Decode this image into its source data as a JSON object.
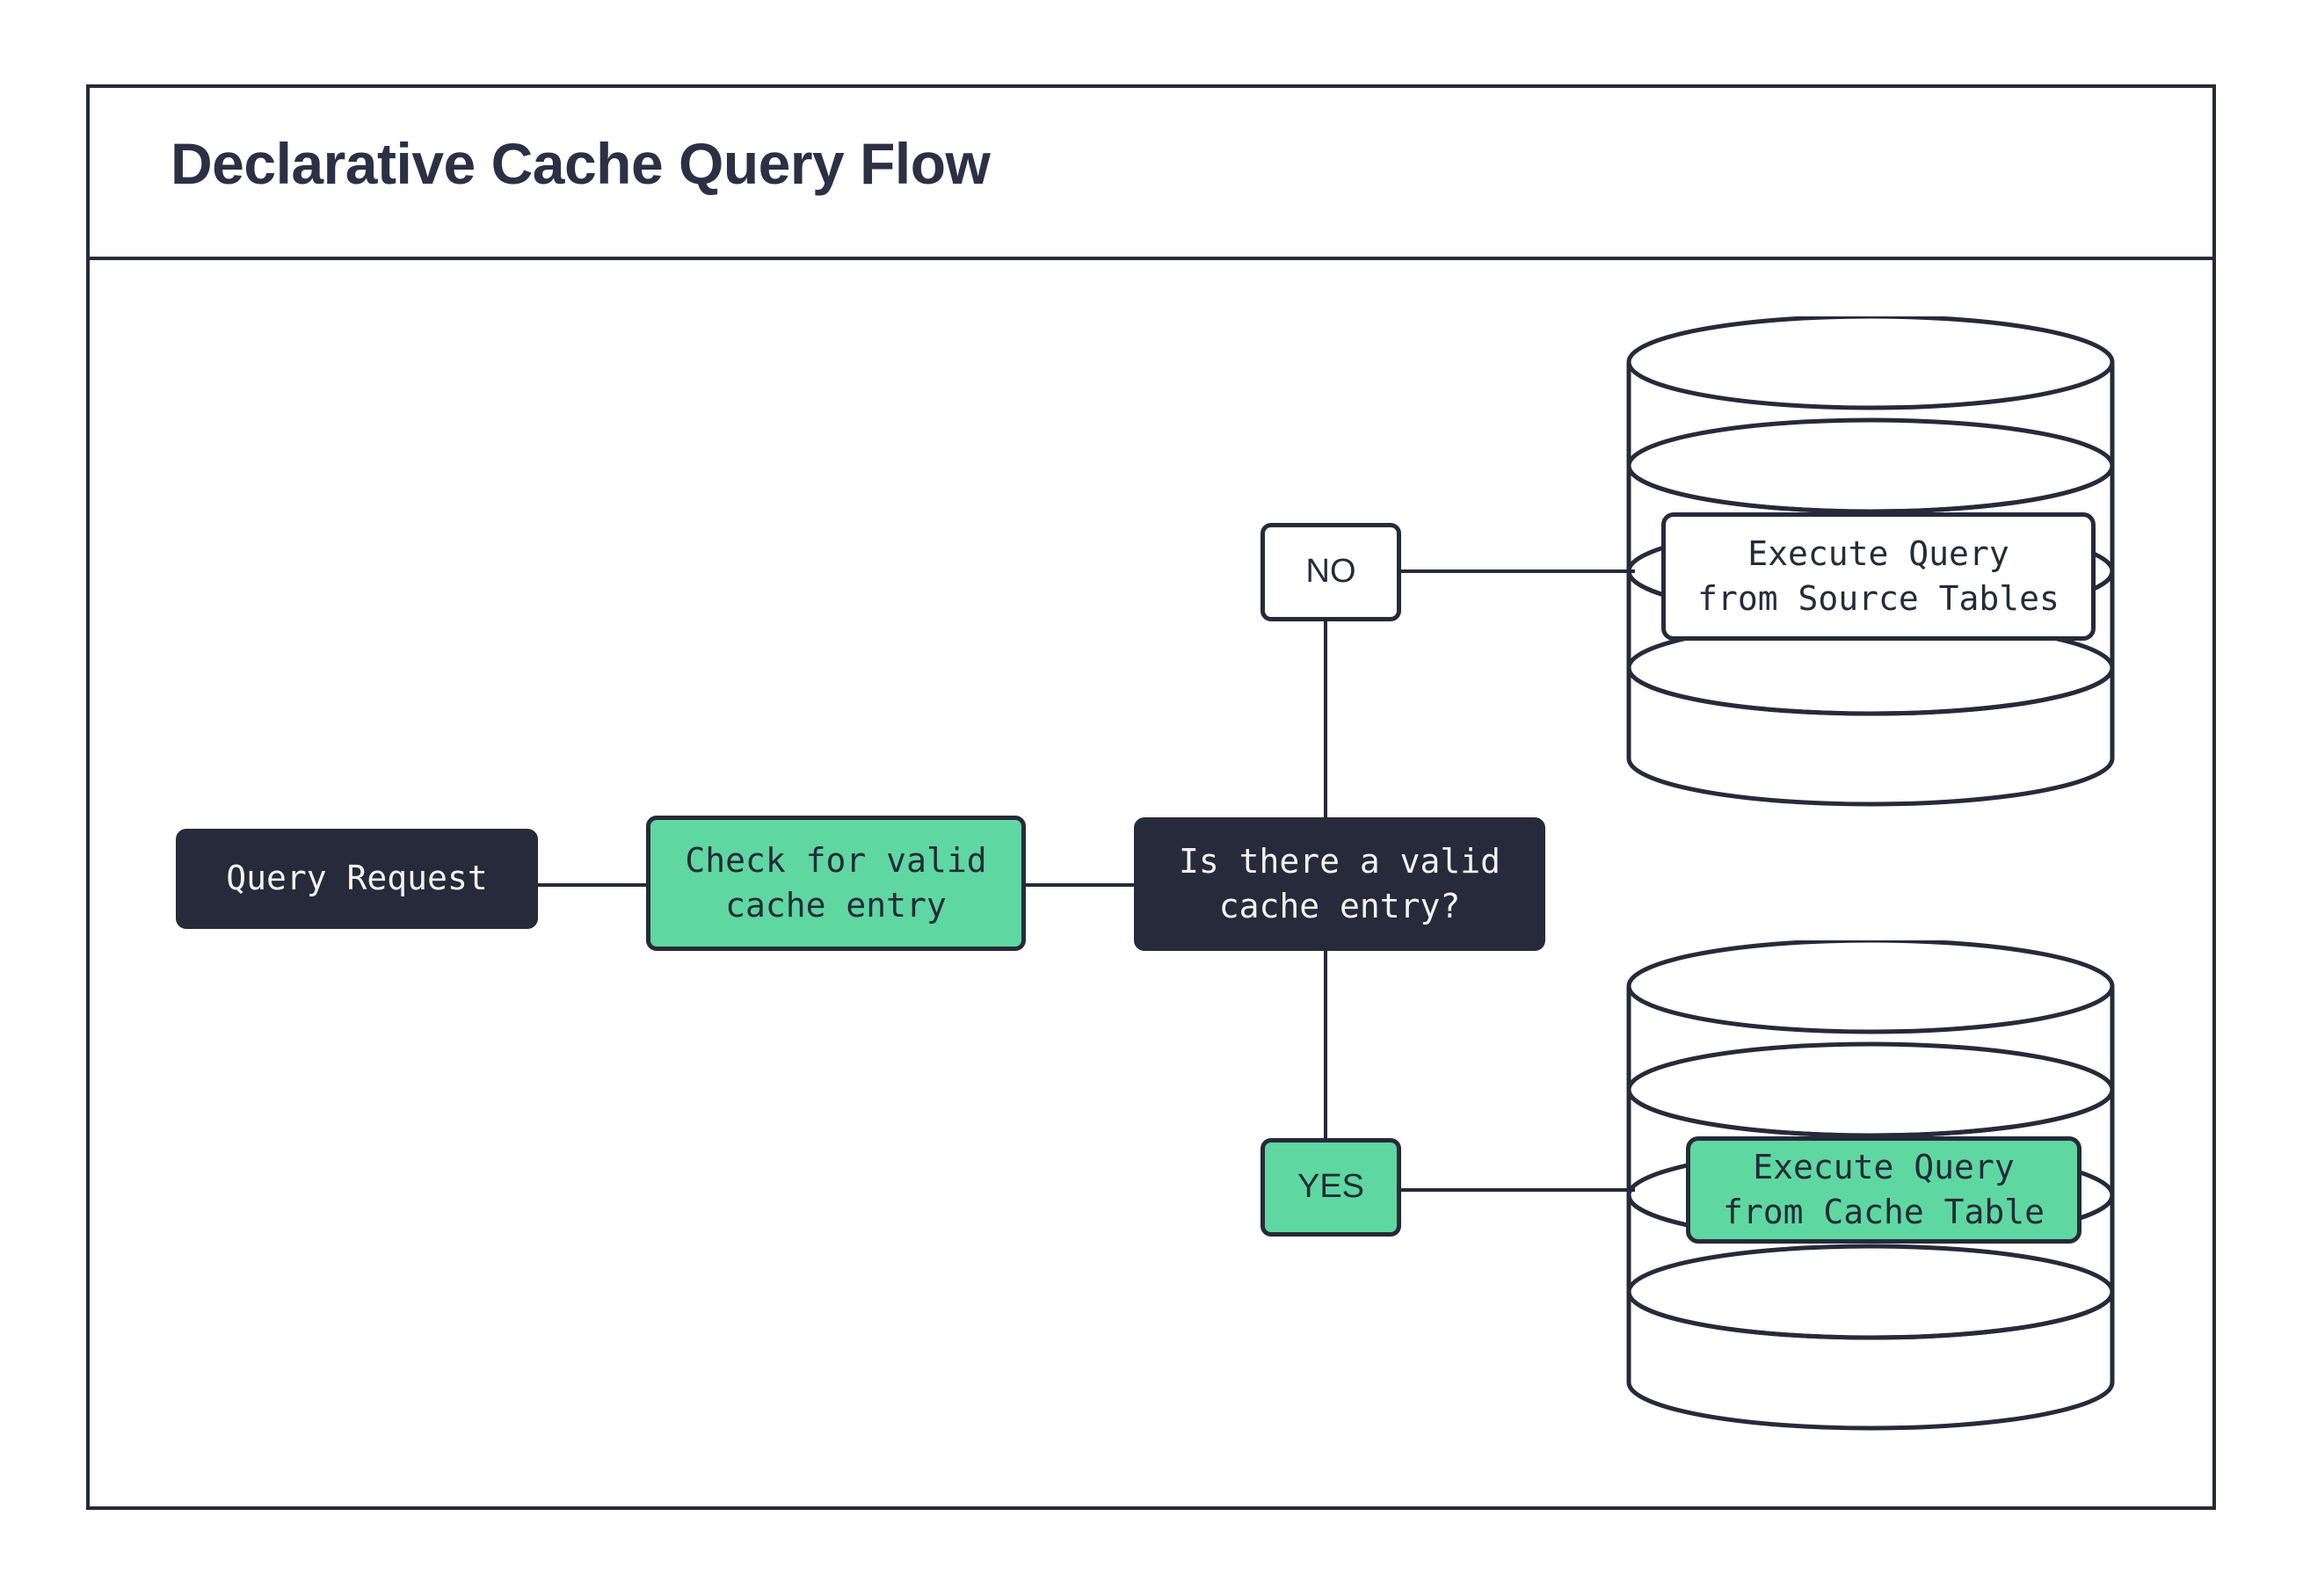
{
  "diagram": {
    "title": "Declarative Cache Query Flow",
    "type": "flowchart",
    "nodes": {
      "query_request": {
        "label": "Query Request",
        "style": "dark"
      },
      "check_cache": {
        "label": "Check for valid\ncache entry",
        "style": "green"
      },
      "decision": {
        "label": "Is there a valid\ncache entry?",
        "style": "dark"
      },
      "branch_no": {
        "label": "NO",
        "style": "white"
      },
      "branch_yes": {
        "label": "YES",
        "style": "green"
      },
      "source_db_label": {
        "label": "Execute Query\nfrom Source Tables",
        "style": "white"
      },
      "cache_db_label": {
        "label": "Execute Query\nfrom Cache Table",
        "style": "green"
      }
    },
    "shapes": {
      "source_database": "database-cylinder-icon",
      "cache_database": "database-cylinder-icon"
    },
    "colors": {
      "ink": "#262a3a",
      "green": "#5ed8a0",
      "white": "#ffffff",
      "title": "#2b3044"
    }
  }
}
